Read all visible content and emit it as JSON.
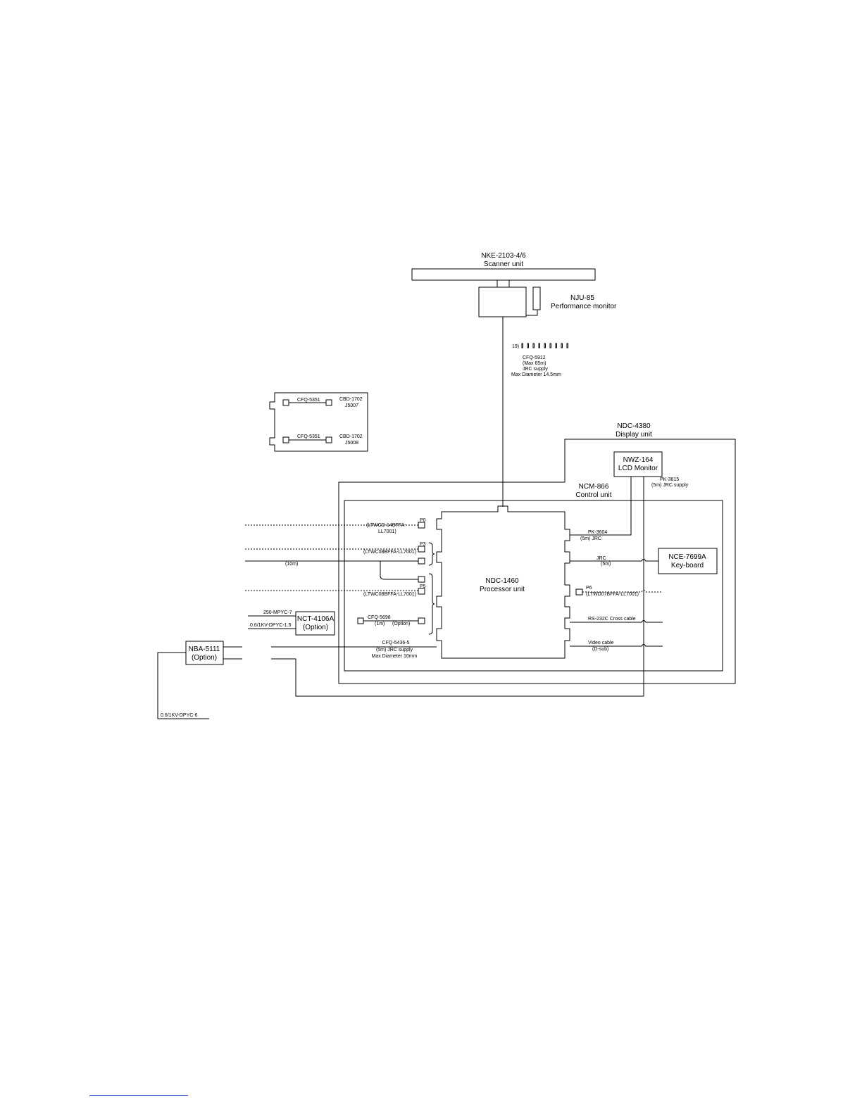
{
  "scanner": {
    "model": "NKE-2103-4/6",
    "name": "Scanner unit"
  },
  "performance_monitor": {
    "model": "NJU-85",
    "name": "Performance monitor"
  },
  "scanner_cable": {
    "head": "19)",
    "lines": [
      "CFQ-5912",
      "(Max 65m)",
      "JRC supply",
      "Max Diameter 14.5mm"
    ]
  },
  "cbd_panel": {
    "rows": [
      {
        "cable": "CFQ-5351",
        "board": "CBD-1702",
        "jack": "J5007"
      },
      {
        "cable": "CFQ-5351",
        "board": "CBD-1702",
        "jack": "J5008"
      }
    ]
  },
  "display_unit": {
    "model": "NDC-4380",
    "name": "Display unit"
  },
  "lcd_monitor": {
    "model": "NWZ-164",
    "name": "LCD Monitor",
    "cable": "PK-3615",
    "cable_note": "(5m) JRC supply"
  },
  "control_unit": {
    "model": "NCM-866",
    "name": "Control unit"
  },
  "processor": {
    "model": "NDC-1460",
    "name": "Processor unit"
  },
  "keyboard": {
    "model": "NCE-7699A",
    "name": "Key-board"
  },
  "left_ports": {
    "p0": {
      "port": "P0",
      "cable": "(LTWCD-14BFFA-",
      "cable2": "LL7001)"
    },
    "p3": {
      "port": "P3",
      "cable": "(LTWC08BFFA-LL7001)"
    },
    "cable_10m": "(10m)",
    "p5": {
      "port": "P5",
      "cable": "(LTWC08BFFA-LL7001)"
    },
    "cfq5698": {
      "cable": "CFQ-5698",
      "length": "(1m)",
      "option": "(Option)"
    }
  },
  "right_ports": {
    "pk3604": {
      "cable": "PK-3604",
      "note": "(5m) JRC"
    },
    "jrc": {
      "cable": "JRC",
      "note": "(5m)"
    },
    "p6": {
      "port": "P6",
      "cable": "(LTWD07BFFA-LL7001)"
    },
    "rs232": "RS-232C Cross cable",
    "video": {
      "cable": "Video cable",
      "note": "(D-sub)"
    }
  },
  "power_cable": {
    "model": "CFQ-5436-5",
    "lines": [
      "(5m) JRC supply",
      "Max Diameter 10mm"
    ]
  },
  "nct": {
    "model": "NCT-4106A",
    "option": "(Option)",
    "in1": "250-MPYC-7",
    "in2": "0.6/1KV-DPYC-1.5"
  },
  "nba": {
    "model": "NBA-5111",
    "option": "(Option)",
    "supply": "0.6/1KV-DPYC-6"
  }
}
